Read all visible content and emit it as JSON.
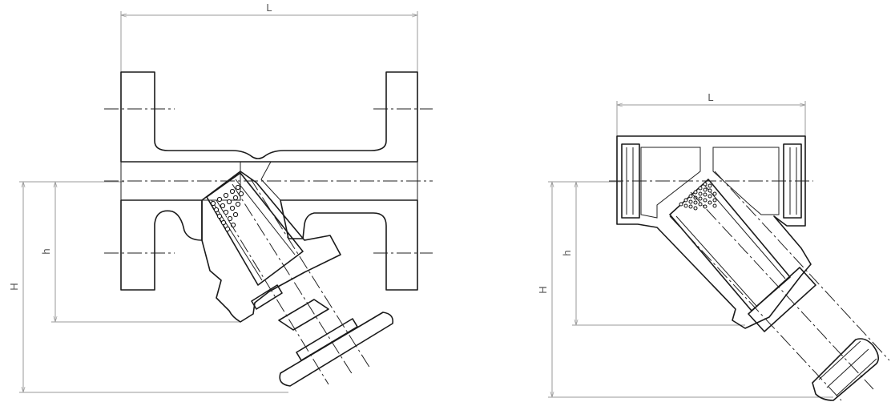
{
  "drawing_a": {
    "length_label": "L",
    "height_total_label": "H",
    "height_label": "h"
  },
  "drawing_b": {
    "length_label": "L",
    "height_total_label": "H",
    "height_label": "h"
  },
  "colors": {
    "line": "#1a1a1a",
    "dimension_line": "#9a9a9a",
    "hatch": "#8a8a8a",
    "background": "#ffffff"
  }
}
